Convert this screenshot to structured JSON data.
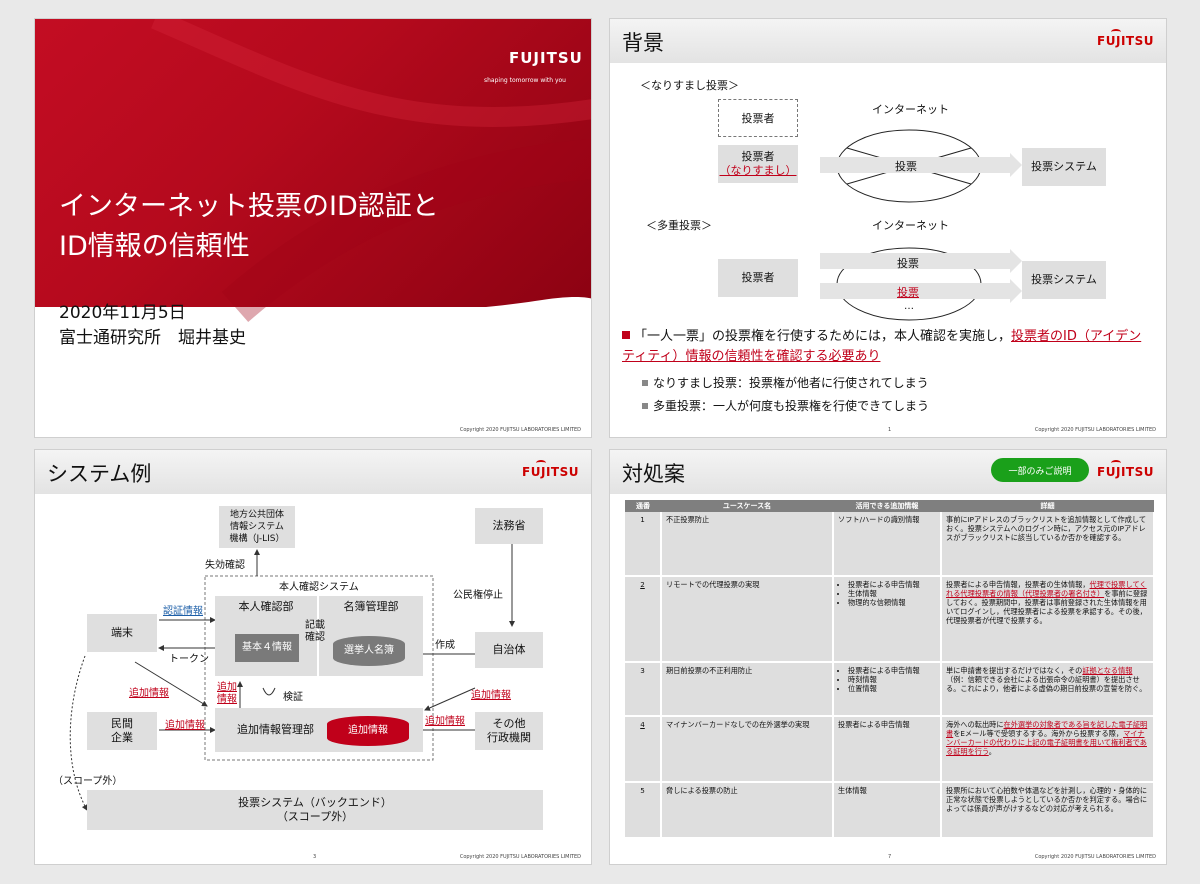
{
  "slide1": {
    "logo": "FUJITSU",
    "tagline": "shaping tomorrow with you",
    "title_line1": "インターネット投票のID認証と",
    "title_line2": "ID情報の信頼性",
    "date": "2020年11月5日",
    "author": "富士通研究所　堀井基史",
    "copyright": "Copyright 2020 FUJITSU LABORATORIES LIMITED"
  },
  "slide2": {
    "title": "背景",
    "logo": "FUJITSU",
    "section1_label": "＜なりすまし投票＞",
    "internet1": "インターネット",
    "voter_dashed": "投票者",
    "voter_spoof_line1": "投票者",
    "voter_spoof_line2": "（なりすまし）",
    "vote1": "投票",
    "system1": "投票システム",
    "section2_label": "＜多重投票＞",
    "internet2": "インターネット",
    "voter2": "投票者",
    "vote2a": "投票",
    "vote2b": "投票",
    "vote2c": "…",
    "system2": "投票システム",
    "main_bullet_plain": "「一人一票」の投票権を行使するためには，本人確認を実施し，",
    "main_bullet_red": "投票者のID（アイデンティティ）情報の信頼性を確認する必要あり",
    "sub1": "なりすまし投票：投票権が他者に行使されてしまう",
    "sub2": "多重投票：一人が何度も投票権を行使できてしまう",
    "page": "1",
    "copyright": "Copyright 2020 FUJITSU LABORATORIES LIMITED"
  },
  "slide3": {
    "title": "システム例",
    "logo": "FUJITSU",
    "jlis": "地方公共団体\n情報システム\n機構（J-LIS）",
    "houmusho": "法務省",
    "shikkou": "失効確認",
    "honnin_system": "本人確認システム",
    "koumin": "公民権停止",
    "honnin_bu": "本人確認部",
    "meibo_bu": "名簿管理部",
    "ninsho": "認証情報",
    "kisai": "記載\n確認",
    "sakusei": "作成",
    "tanmatsu": "端末",
    "kihon": "基本４情報",
    "senkyo": "選挙人名簿",
    "jichitai": "自治体",
    "token": "トークン",
    "tsuika1": "追加情報",
    "tsuika2": "追加\n情報",
    "kensho": "検証",
    "tsuika3": "追加情報",
    "minkan": "民間\n企業",
    "tsuika4": "追加情報",
    "tsuika_kanri": "追加情報管理部",
    "tsuika_db": "追加情報",
    "tsuika5": "追加情報",
    "sonota": "その他\n行政機関",
    "scope_left": "（スコープ外）",
    "backend": "投票システム（バックエンド）\n（スコープ外）",
    "page": "3",
    "copyright": "Copyright 2020 FUJITSU LABORATORIES LIMITED"
  },
  "slide4": {
    "title": "対処案",
    "logo": "FUJITSU",
    "badge": "一部のみご説明",
    "headers": [
      "通番",
      "ユースケース名",
      "活用できる追加情報",
      "詳細"
    ],
    "rows": [
      {
        "no": "1",
        "name": "不正投票防止",
        "info": "ソフト/ハードの識別情報",
        "detail": "事前にIPアドレスのブラックリストを追加情報として作成しておく。投票システムへのログイン時に，アクセス元のIPアドレスがブラックリストに該当しているか否かを確認する。"
      },
      {
        "no": "2",
        "name": "リモートでの代理投票の実現",
        "info": [
          "投票者による申告情報",
          "生体情報",
          "物理的な信頼情報"
        ],
        "detail_plain1": "投票者による申告情報，投票者の生体情報，",
        "detail_red": "代理で投票してくれる代理投票者の情報（代理投票者の署名付き）",
        "detail_plain2": "を事前に登録しておく。投票期間中，投票者は事前登録された生体情報を用いてログインし，代理投票者による投票を承認する。その後，代理投票者が代理で投票する。"
      },
      {
        "no": "3",
        "name": "期日前投票の不正利用防止",
        "info": [
          "投票者による申告情報",
          "時刻情報",
          "位置情報"
        ],
        "detail_plain1": "単に申請書を提出するだけではなく，その",
        "detail_red": "証拠となる情報",
        "detail_plain2": "（例：信頼できる会社による出張命令の証明書）を提出させる。これにより，他者による虚偽の期日前投票の宣誓を防ぐ。"
      },
      {
        "no": "4",
        "name": "マイナンバーカードなしでの在外選挙の実現",
        "info": "投票者による申告情報",
        "detail_plain1": "海外への転出時に",
        "detail_red": "在外選挙の対象者である旨を記した電子証明書",
        "detail_plain2": "をEメール等で受領するする。海外から投票する際，",
        "detail_red2": "マイナンバーカードの代わりに上記の電子証明書を用いて権利者である証明を行う",
        "detail_plain3": "。"
      },
      {
        "no": "5",
        "name": "脅しによる投票の防止",
        "info": "生体情報",
        "detail": "投票所において心拍数や体温などを計測し，心理的・身体的に正常な状態で投票しようとしているか否かを判定する。場合によっては係員が声がけするなどの対応が考えられる。"
      }
    ],
    "page": "7",
    "copyright": "Copyright 2020 FUJITSU LABORATORIES LIMITED"
  }
}
